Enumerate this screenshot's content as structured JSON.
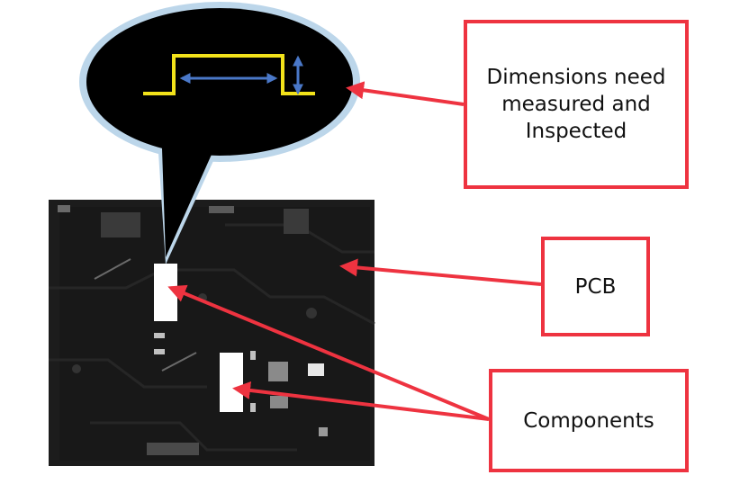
{
  "labels": {
    "dimensions": "Dimensions need measured and Inspected",
    "pcb": "PCB",
    "components": "Components"
  },
  "colors": {
    "label_border": "#ee3340",
    "arrow": "#ee3340",
    "board": "#1c1c1c",
    "bubble": "#000000",
    "bubble_glow": "#bcd6ea",
    "trace_profile": "#f2e21a",
    "dimension_arrow": "#4a78c8",
    "component": "#ffffff"
  }
}
